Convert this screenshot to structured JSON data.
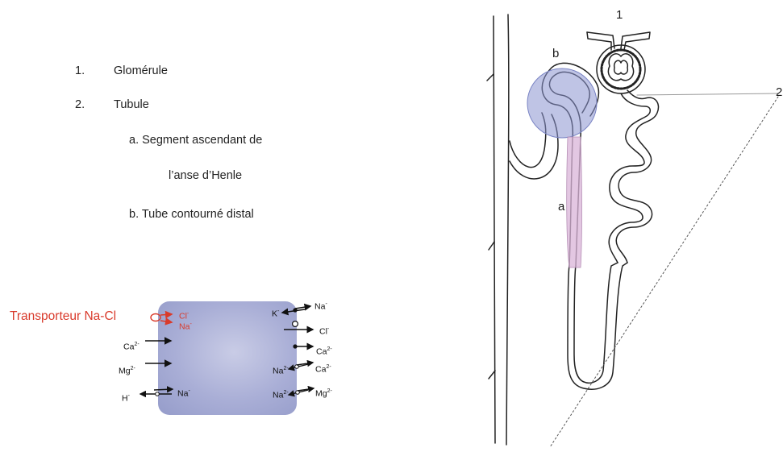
{
  "legend": {
    "item1_num": "1.",
    "item1_text": "Glomérule",
    "item2_num": "2.",
    "item2_text": "Tubule",
    "sub_a_line1": "a.  Segment ascendant de",
    "sub_a_line2": "l’anse d’Henle",
    "sub_b": "b. Tube contourné distal"
  },
  "cell": {
    "transporter_label": "Transporteur Na-Cl",
    "ions": {
      "cl_left": "Cl",
      "na_left": "Na",
      "ca_left": "Ca",
      "mg_left": "Mg",
      "h_left": "H",
      "na_bottom": "Na",
      "k_right": "K",
      "na_top_right": "Na",
      "cl_right": "Cl",
      "ca_right1": "Ca",
      "na_right1": "Na",
      "ca_right2": "Ca",
      "na_right2": "Na",
      "mg_right": "Mg"
    },
    "charges": {
      "minus": "-",
      "two_minus": "2-",
      "minus_small": "−"
    },
    "colors": {
      "transporter": "#d93a2b",
      "cell_fill": "#a9aed6"
    }
  },
  "nephron": {
    "label_1": "1",
    "label_2": "2",
    "label_a": "a",
    "label_b": "b",
    "colors": {
      "highlight_b": "#8a93cf",
      "highlight_a": "#d9b4d8"
    }
  }
}
